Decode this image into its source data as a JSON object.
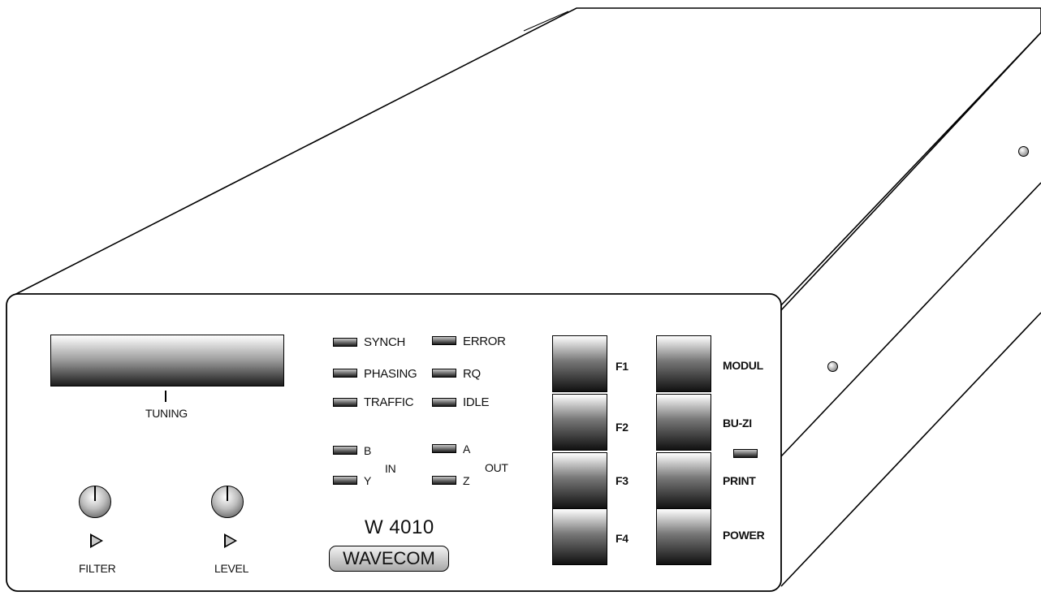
{
  "display": {
    "caption": "TUNING"
  },
  "knobs": [
    {
      "label": "FILTER"
    },
    {
      "label": "LEVEL"
    }
  ],
  "status_leds": [
    {
      "label": "SYNCH"
    },
    {
      "label": "PHASING"
    },
    {
      "label": "TRAFFIC"
    },
    {
      "label": "ERROR"
    },
    {
      "label": "RQ"
    },
    {
      "label": "IDLE"
    }
  ],
  "io_leds": {
    "in": {
      "group_label": "IN",
      "channels": [
        "B",
        "Y"
      ]
    },
    "out": {
      "group_label": "OUT",
      "channels": [
        "A",
        "Z"
      ]
    }
  },
  "function_buttons": [
    "F1",
    "F2",
    "F3",
    "F4"
  ],
  "control_buttons": [
    "MODUL",
    "BU-ZI",
    "PRINT",
    "POWER"
  ],
  "branding": {
    "model": "W 4010",
    "logo": "WAVECOM"
  }
}
